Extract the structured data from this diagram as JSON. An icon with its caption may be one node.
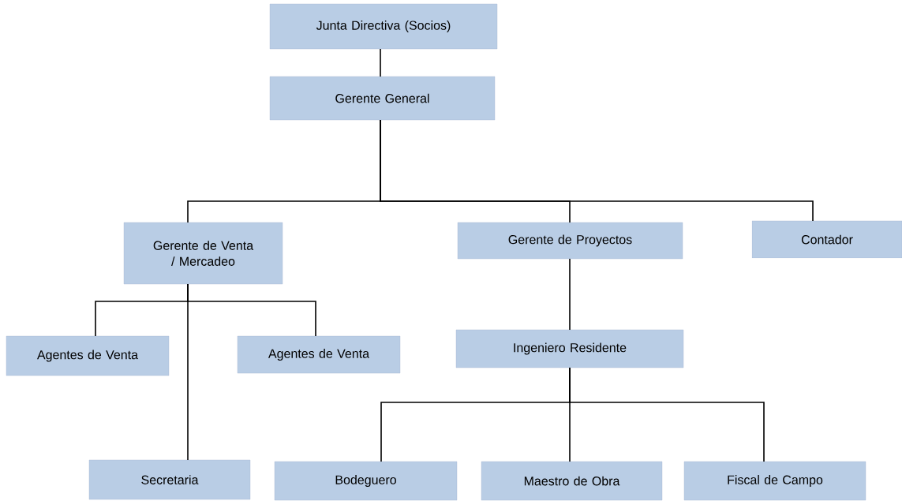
{
  "diagram": {
    "nodes": [
      {
        "text": [
          "Junta Directiva (Socios)"
        ]
      },
      {
        "text": [
          "Gerente General"
        ]
      },
      {
        "text": [
          "Gerente de Venta / Mercadeo"
        ]
      },
      {
        "text": [
          "Gerente de Proyectos"
        ]
      },
      {
        "text": [
          "Contador"
        ]
      },
      {
        "text": [
          "Agentes de Venta"
        ]
      },
      {
        "text": [
          "Agentes de Venta"
        ]
      },
      {
        "text": [
          "Ingeniero Residente"
        ]
      },
      {
        "text": [
          "Secretaria"
        ]
      },
      {
        "text": [
          "Bodeguero"
        ]
      },
      {
        "text": [
          "Maestro de Obra"
        ]
      },
      {
        "text": [
          "Fiscal de Campo"
        ]
      }
    ],
    "edges": [
      {
        "from": 0,
        "to": 1,
        "arrow": "none"
      },
      {
        "from": 1,
        "to": 2,
        "arrow": "none"
      },
      {
        "from": 1,
        "to": 3,
        "arrow": "none"
      },
      {
        "from": 1,
        "to": 4,
        "arrow": "none"
      },
      {
        "from": 2,
        "to": 5,
        "arrow": "none"
      },
      {
        "from": 2,
        "to": 6,
        "arrow": "none"
      },
      {
        "from": 2,
        "to": 8,
        "arrow": "none"
      },
      {
        "from": 3,
        "to": 7,
        "arrow": "none"
      },
      {
        "from": 7,
        "to": 9,
        "arrow": "none"
      },
      {
        "from": 7,
        "to": 10,
        "arrow": "none"
      },
      {
        "from": 7,
        "to": 11,
        "arrow": "none"
      }
    ]
  }
}
